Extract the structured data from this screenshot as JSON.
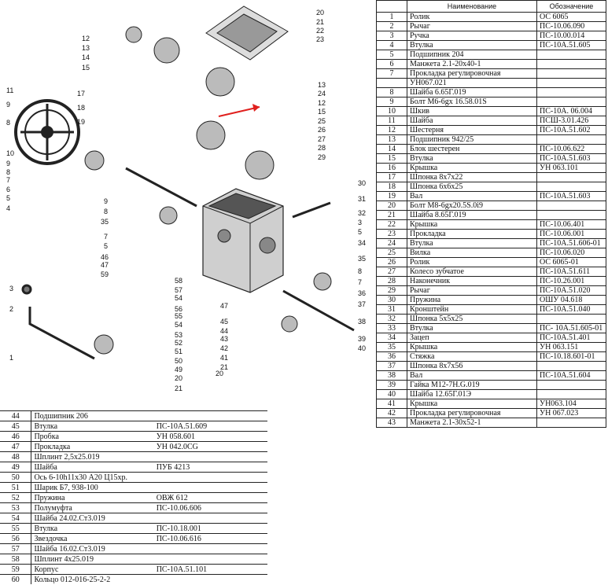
{
  "header": {
    "name_col": "Наименование",
    "code_col": "Обозначение"
  },
  "parts_right": [
    {
      "no": "1",
      "name": "Ролик",
      "code": "ОС 6065"
    },
    {
      "no": "2",
      "name": "Рычаг",
      "code": "ПС-10.06.090"
    },
    {
      "no": "3",
      "name": "Ручка",
      "code": "ПС-10.00.014"
    },
    {
      "no": "4",
      "name": "Втулка",
      "code": "ПС-10А.51.605"
    },
    {
      "no": "5",
      "name": "Подшипник 204",
      "code": ""
    },
    {
      "no": "6",
      "name": "Манжета 2.1-20х40-1",
      "code": ""
    },
    {
      "no": "7",
      "name": "Прокладка регулировочная",
      "code": ""
    },
    {
      "no": "",
      "name": "УН067.021",
      "code": ""
    },
    {
      "no": "8",
      "name": "Шайба 6.65Г.019",
      "code": ""
    },
    {
      "no": "9",
      "name": "Болт М6-6gх 16.58.01S",
      "code": ""
    },
    {
      "no": "10",
      "name": "Шкив",
      "code": "ПС-10А. 06.004"
    },
    {
      "no": "11",
      "name": "Шайба",
      "code": "ПСШ-3.01.426"
    },
    {
      "no": "12",
      "name": "Шестерня",
      "code": "ПС-10А.51.602"
    },
    {
      "no": "13",
      "name": "Подшипник 942/25",
      "code": ""
    },
    {
      "no": "14",
      "name": "Блок шестерен",
      "code": "ПС-10.06.622"
    },
    {
      "no": "15",
      "name": "Втулка",
      "code": "ПС-10А.51.603"
    },
    {
      "no": "16",
      "name": "Крышка",
      "code": "УН 063.101"
    },
    {
      "no": "17",
      "name": "Шпонка 8х7х22",
      "code": ""
    },
    {
      "no": "18",
      "name": "Шпонка 6х6х25",
      "code": ""
    },
    {
      "no": "19",
      "name": "Вал",
      "code": "ПС-10А.51.603"
    },
    {
      "no": "20",
      "name": "Болт М8-6gх20.5S.0i9",
      "code": ""
    },
    {
      "no": "21",
      "name": "Шайба 8.65Г.019",
      "code": ""
    },
    {
      "no": "22",
      "name": "Крышка",
      "code": "ПС-10.06.401"
    },
    {
      "no": "23",
      "name": "Прокладка",
      "code": "ПС-10.06.001"
    },
    {
      "no": "24",
      "name": "Втулка",
      "code": "ПС-10А.51.606-01"
    },
    {
      "no": "25",
      "name": "Вилка",
      "code": "ПС-10.06.020"
    },
    {
      "no": "26",
      "name": "Ролик",
      "code": "ОС 6065-01"
    },
    {
      "no": "27",
      "name": "Колесо зубчатое",
      "code": "ПС-10А.51.611"
    },
    {
      "no": "28",
      "name": "Наконечник",
      "code": "ПС-10.26.001"
    },
    {
      "no": "29",
      "name": "Рычаг",
      "code": "ПС-10А.51.020"
    },
    {
      "no": "30",
      "name": "Пружина",
      "code": "ОШУ 04.618"
    },
    {
      "no": "31",
      "name": "Кронштейн",
      "code": "ПС-10А.51.040"
    },
    {
      "no": "32",
      "name": "Шпонка 5х5х25",
      "code": ""
    },
    {
      "no": "33",
      "name": "Втулка",
      "code": "ПС- 10А.51.605-01"
    },
    {
      "no": "34",
      "name": "Зацеп",
      "code": "ПС-10А.51.401"
    },
    {
      "no": "35",
      "name": "Крышка",
      "code": "УН 063.151"
    },
    {
      "no": "36",
      "name": "Стяжка",
      "code": "ПС-10.18.601-01"
    },
    {
      "no": "37",
      "name": "Шпонка 8х7х56",
      "code": ""
    },
    {
      "no": "38",
      "name": "Вал",
      "code": "ПС-10А.51.604"
    },
    {
      "no": "39",
      "name": "Гайка М12-7Н.G.019",
      "code": ""
    },
    {
      "no": "40",
      "name": "Шайба 12.65Г.01Э",
      "code": ""
    },
    {
      "no": "41",
      "name": "Крышка",
      "code": "УН063.104"
    },
    {
      "no": "42",
      "name": "Прокладка регулировочная",
      "code": "УН 067.023"
    },
    {
      "no": "43",
      "name": "Манжета 2.1-30х52-1",
      "code": ""
    }
  ],
  "parts_left": [
    {
      "no": "44",
      "name": "Подшипник 206",
      "code": ""
    },
    {
      "no": "45",
      "name": "Втулка",
      "code": "ПС-10А.51.609"
    },
    {
      "no": "46",
      "name": "Пробка",
      "code": "УН 058.601"
    },
    {
      "no": "47",
      "name": "Прокладка",
      "code": "УН 042.0CG"
    },
    {
      "no": "48",
      "name": "Шплинт 2,5х25.019",
      "code": ""
    },
    {
      "no": "49",
      "name": "Шайба",
      "code": "ПУБ 4213"
    },
    {
      "no": "50",
      "name": "Ось 6-10h11х30 А20 Ц15хр.",
      "code": ""
    },
    {
      "no": "51",
      "name": "Шарик Б7, 938-100",
      "code": ""
    },
    {
      "no": "52",
      "name": "Пружина",
      "code": "ОВЖ 612"
    },
    {
      "no": "53",
      "name": "Полумуфта",
      "code": "ПС-10.06.606"
    },
    {
      "no": "54",
      "name": "Шайба 24.02.Ст3.019",
      "code": ""
    },
    {
      "no": "55",
      "name": "Втулка",
      "code": "ПС-10.18.001"
    },
    {
      "no": "56",
      "name": "Звездочка",
      "code": "ПС-10.06.616"
    },
    {
      "no": "57",
      "name": "Шайба 16.02.Ст3.019",
      "code": ""
    },
    {
      "no": "58",
      "name": "Шплинт 4х25.019",
      "code": ""
    },
    {
      "no": "59",
      "name": "Корпус",
      "code": "ПС-10А.51.101"
    },
    {
      "no": "60",
      "name": "Кольцо 012-016-25-2-2",
      "code": ""
    }
  ],
  "callouts": [
    "20",
    "21",
    "22",
    "23",
    "12",
    "13",
    "14",
    "15",
    "13",
    "24",
    "12",
    "15",
    "25",
    "26",
    "27",
    "28",
    "29",
    "11",
    "9",
    "8",
    "17",
    "18",
    "19",
    "10",
    "9",
    "8",
    "7",
    "6",
    "5",
    "4",
    "9",
    "8",
    "35",
    "7",
    "5",
    "46",
    "47",
    "59",
    "58",
    "57",
    "30",
    "31",
    "32",
    "3",
    "5",
    "34",
    "35",
    "8",
    "7",
    "36",
    "37",
    "38",
    "39",
    "40",
    "54",
    "56",
    "55",
    "54",
    "53",
    "52",
    "51",
    "50",
    "49",
    "20",
    "21",
    "20",
    "47",
    "45",
    "44",
    "43",
    "42",
    "41",
    "21",
    "3",
    "2",
    "1"
  ],
  "colors": {
    "ink": "#111111",
    "arrow": "#e0201e"
  }
}
